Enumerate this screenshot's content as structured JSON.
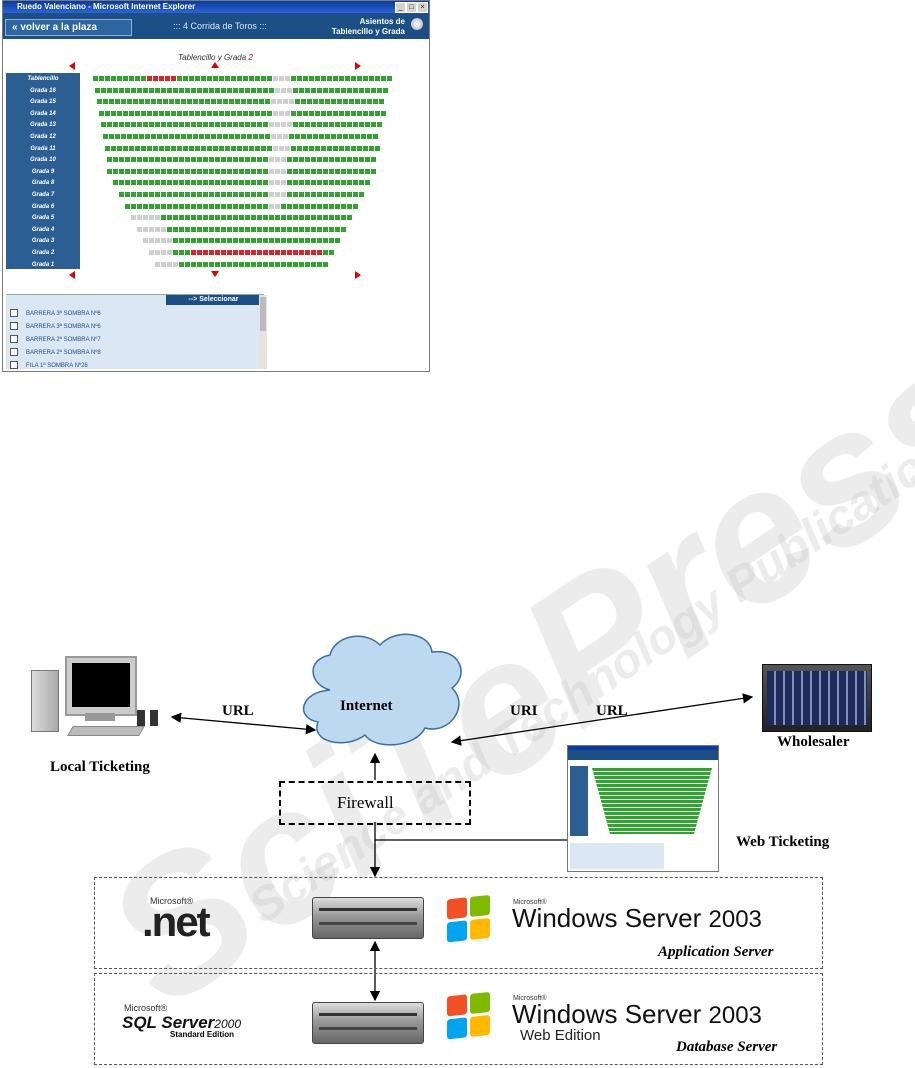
{
  "browser": {
    "window_title": "Ruedo Valenciano - Microsoft Internet Explorer",
    "back_label": "volver a la plaza",
    "event_label": "::: 4 Corrida de Toros :::",
    "section_line1": "Asientos de",
    "section_line2": "Tablencillo y Grada",
    "grada_title_prefix": "Tablencillo y Grada ",
    "grada_title_number": "2",
    "row_labels": [
      "Tablencillo",
      "Grada 16",
      "Grada 15",
      "Grada 14",
      "Grada 13",
      "Grada 12",
      "Grada 11",
      "Grada 10",
      "Grada 9",
      "Grada 8",
      "Grada 7",
      "Grada 6",
      "Grada 5",
      "Grada 4",
      "Grada 3",
      "Grada 2",
      "Grada 1"
    ],
    "select_button": "--> Seleccionar",
    "list_items": [
      "BARRERA 3ª SOMBRA Nº6",
      "BARRERA 3ª SOMBRA Nº6",
      "BARRERA 2ª SOMBRA Nº7",
      "BARRERA 2ª SOMBRA Nº8",
      "FILA 1ª SOMBRA Nº26"
    ],
    "colors": {
      "free_seat": "#2fa52f",
      "taken_seat": "#d8232a",
      "header": "#1c4f86"
    }
  },
  "watermark": {
    "main": "SciTePress",
    "sub": "Science and Technology Publications"
  },
  "diagram": {
    "internet": "Internet",
    "url_left": "URL",
    "uri": "URI",
    "url_right": "URL",
    "local_ticketing": "Local Ticketing",
    "wholesaler": "Wholesaler",
    "firewall": "Firewall",
    "web_ticketing": "Web Ticketing",
    "app_server_label": "Application Server",
    "db_server_label": "Database Server",
    "dotnet_vendor": "Microsoft®",
    "dotnet": ".net",
    "sql_vendor": "Microsoft®",
    "sql_name": "SQL Server",
    "sql_version": "2000",
    "sql_edition": "Standard Edition",
    "ws_vendor": "Microsoft®",
    "ws_title": "Windows Server",
    "ws_year": "2003",
    "ws_web_edition": "Web Edition",
    "ws_vendor2": "Microsoft®",
    "ws_title2": "Windows Server",
    "ws_year2": "2003"
  }
}
